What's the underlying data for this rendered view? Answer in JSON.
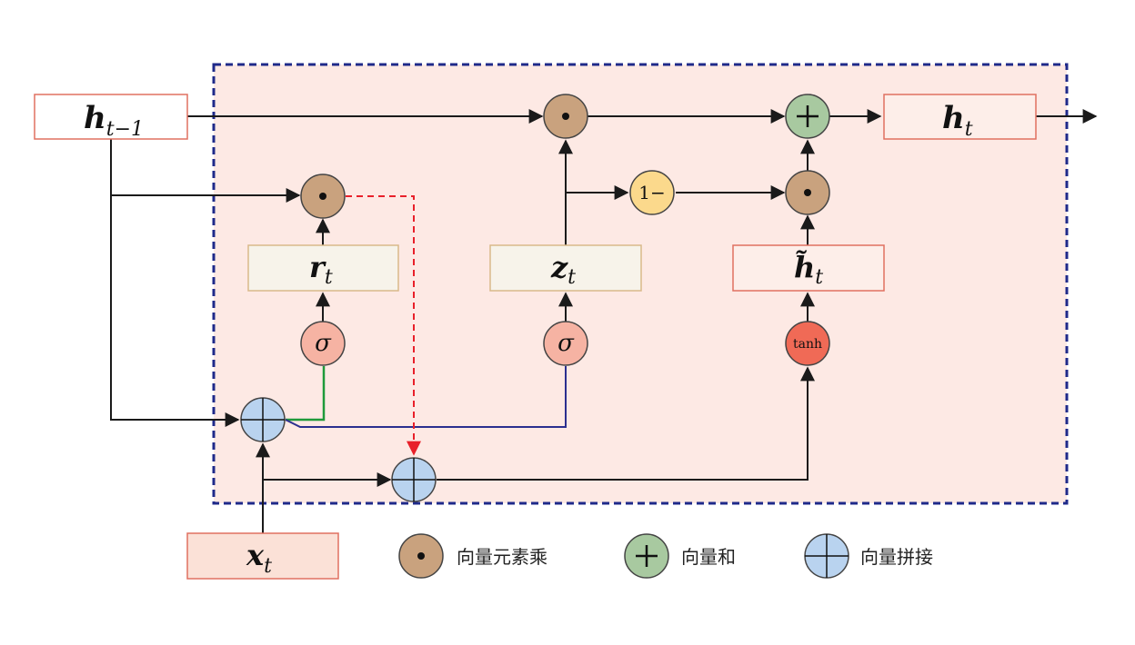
{
  "colors": {
    "panel_fill": "#fde9e4",
    "panel_border": "#1f2a8a",
    "box_fill_pink": "#fdeee9",
    "box_fill_cream": "#f7f3ea",
    "box_border_red": "#e07060",
    "box_border_tan": "#d9b98a",
    "mult_node": "#c9a27e",
    "sum_node": "#a8c9a0",
    "concat_node": "#b9d3ef",
    "sigma_node": "#f6b3a3",
    "tanh_node": "#f06a56",
    "one_minus_node": "#fbd98c",
    "reset_path": "#e8202a",
    "green_path": "#1f9a3a",
    "blue_path": "#2b2f8f",
    "arrow": "#1a1a1a"
  },
  "labels": {
    "h_prev_main": "h",
    "h_prev_sub": "t−1",
    "h_t_main": "h",
    "h_t_sub": "t",
    "r_main": "r",
    "r_sub": "t",
    "z_main": "z",
    "z_sub": "t",
    "h_tilde_main": "h̃",
    "h_tilde_sub": "t",
    "x_main": "x",
    "x_sub": "t",
    "sigma1": "σ",
    "sigma2": "σ",
    "tanh": "tanh",
    "one_minus": "1−",
    "mult_symbol": "•",
    "plus_symbol": "+"
  },
  "legend": {
    "mult_label": "向量元素乘",
    "sum_label": "向量和",
    "concat_label": "向量拼接"
  },
  "icons": {
    "mult": "dot-product-icon",
    "sum": "plus-icon",
    "concat": "circled-plus-icon"
  }
}
